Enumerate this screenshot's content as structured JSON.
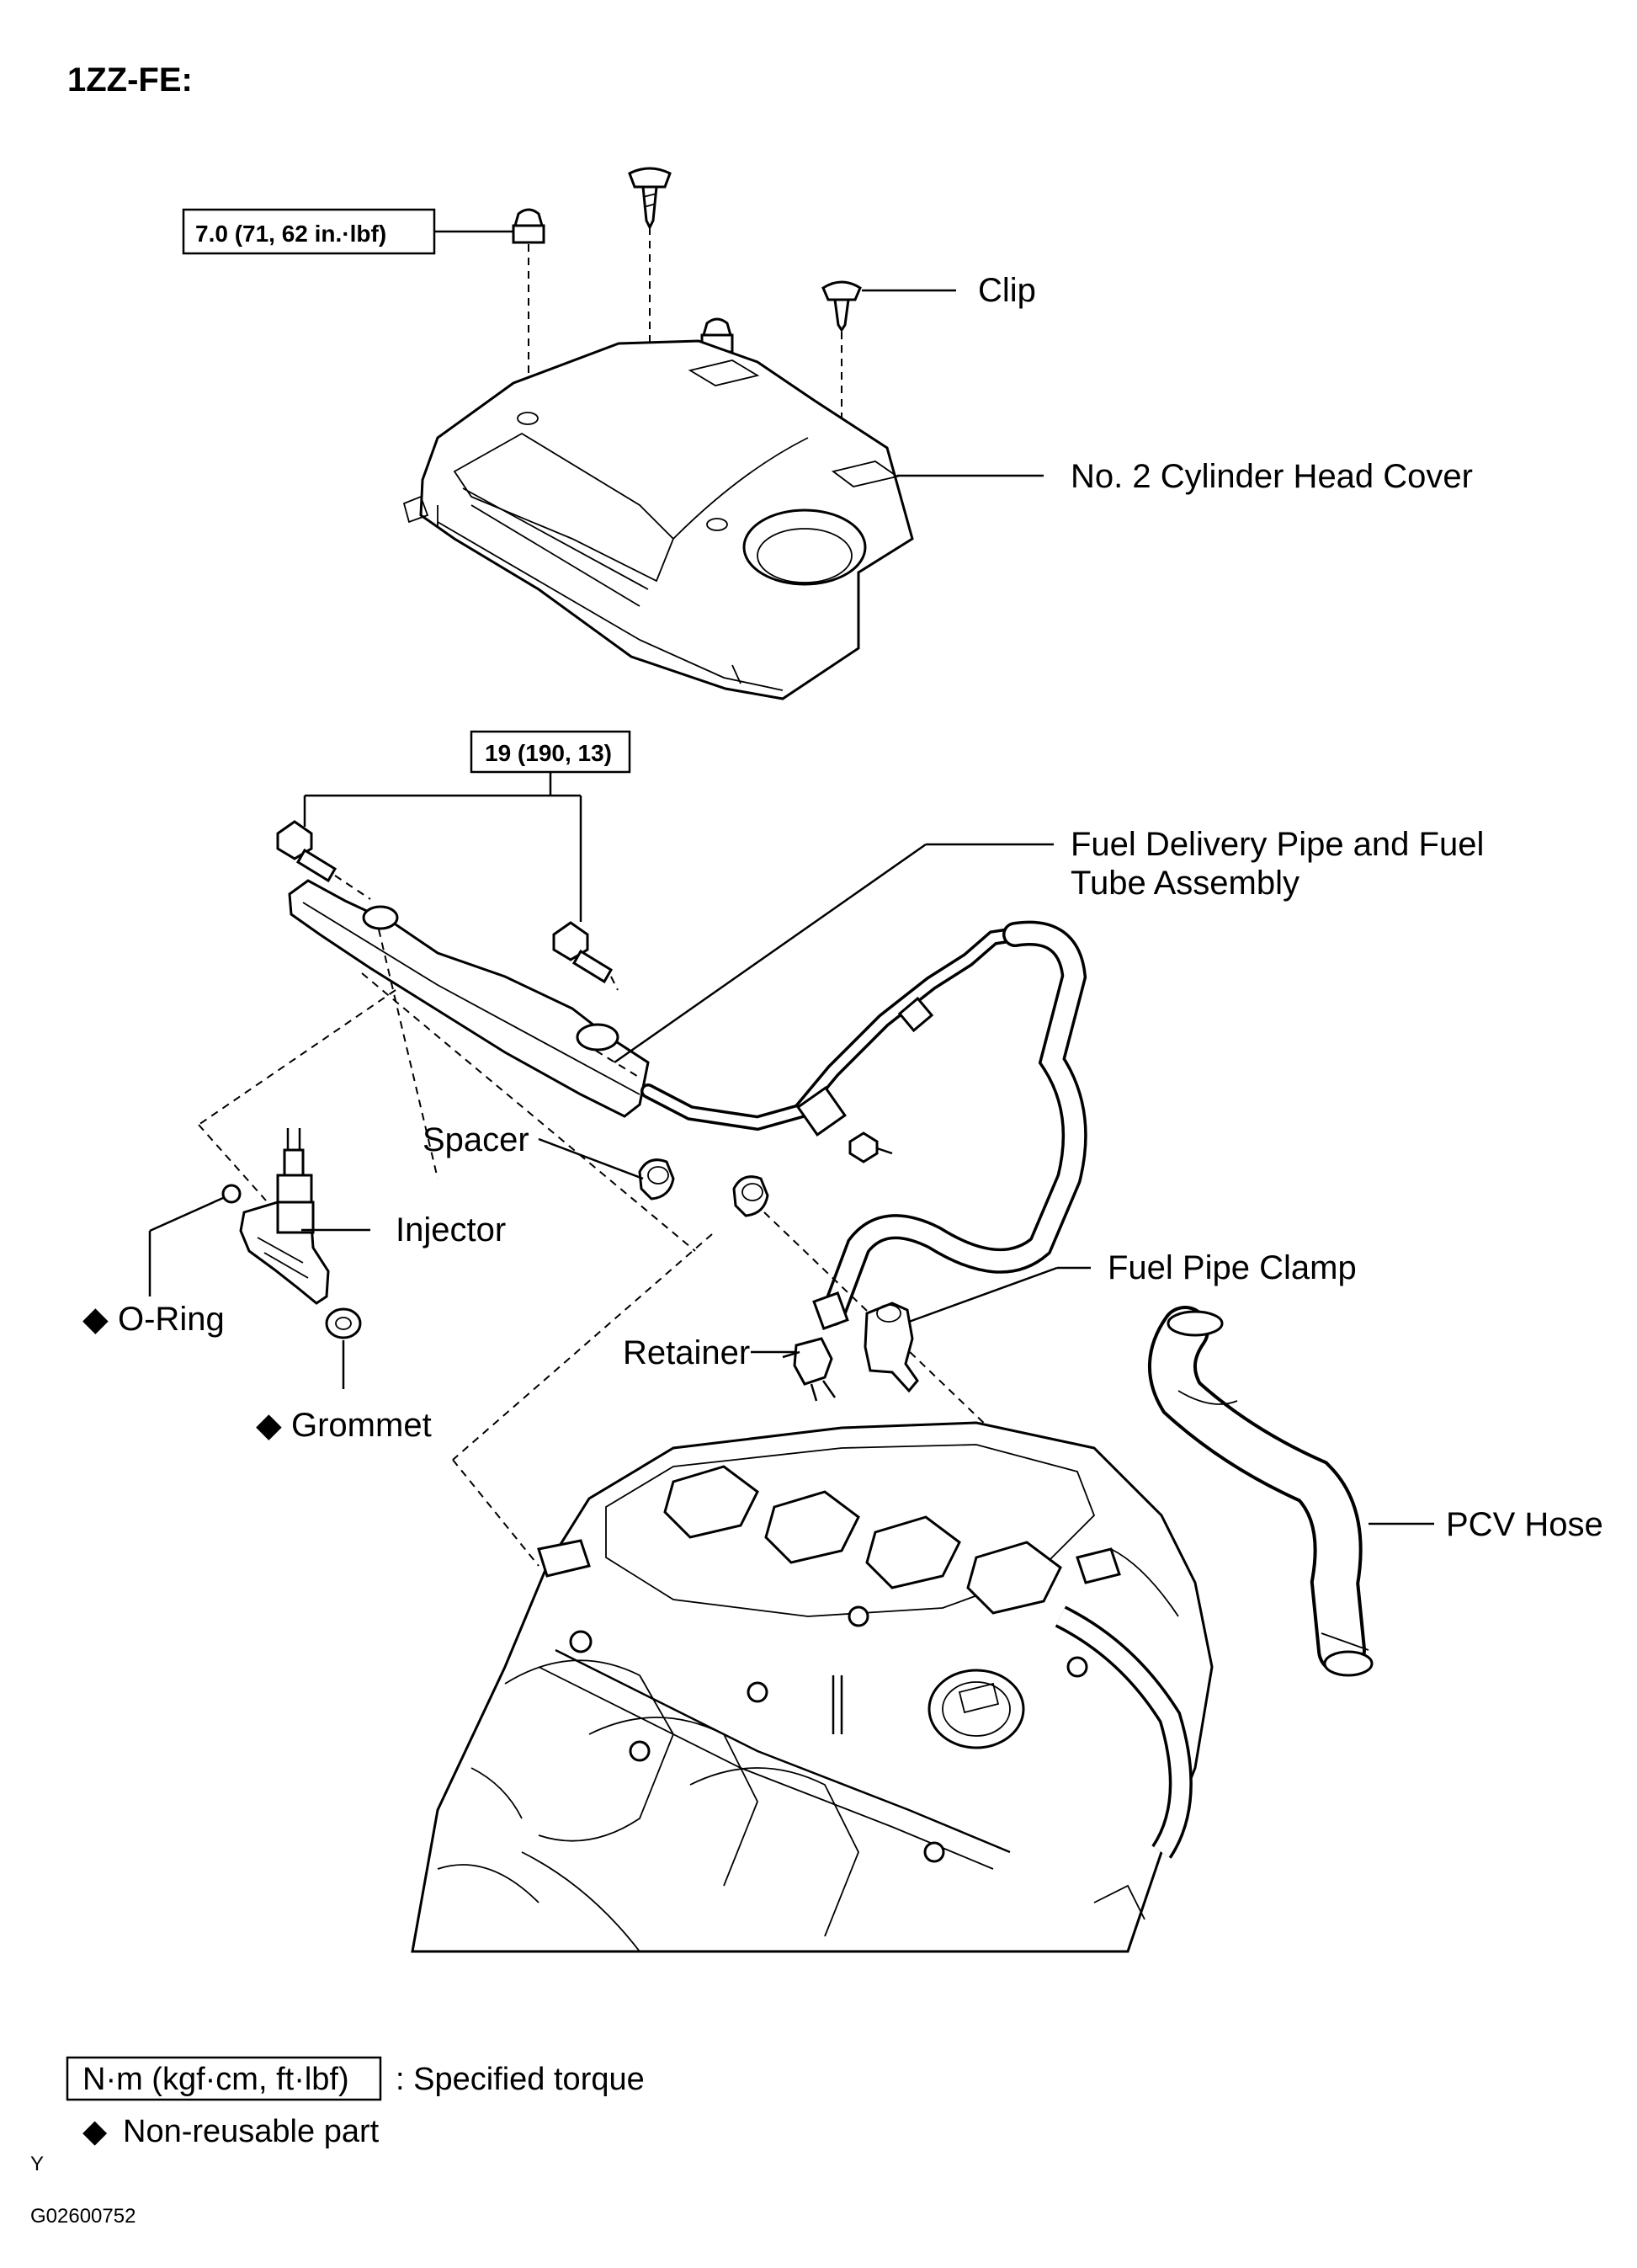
{
  "title": "1ZZ-FE:",
  "torque_specs": {
    "head_cover": "7.0 (71, 62 in.·lbf)",
    "delivery_pipe": "19 (190, 13)"
  },
  "labels": {
    "clip": "Clip",
    "head_cover": "No. 2 Cylinder Head Cover",
    "delivery_pipe_line1": "Fuel Delivery Pipe and Fuel",
    "delivery_pipe_line2": "Tube Assembly",
    "spacer": "Spacer",
    "injector": "Injector",
    "o_ring": "O-Ring",
    "grommet": "Grommet",
    "fuel_pipe_clamp": "Fuel Pipe Clamp",
    "retainer": "Retainer",
    "pcv_hose": "PCV Hose"
  },
  "symbols": {
    "non_reusable": "◆"
  },
  "legend": {
    "torque_units": "N·m (kgf·cm, ft·lbf)",
    "torque_desc": ": Specified torque",
    "non_reusable_desc": "Non-reusable part"
  },
  "footer": {
    "mark": "Y",
    "code": "G02600752"
  }
}
